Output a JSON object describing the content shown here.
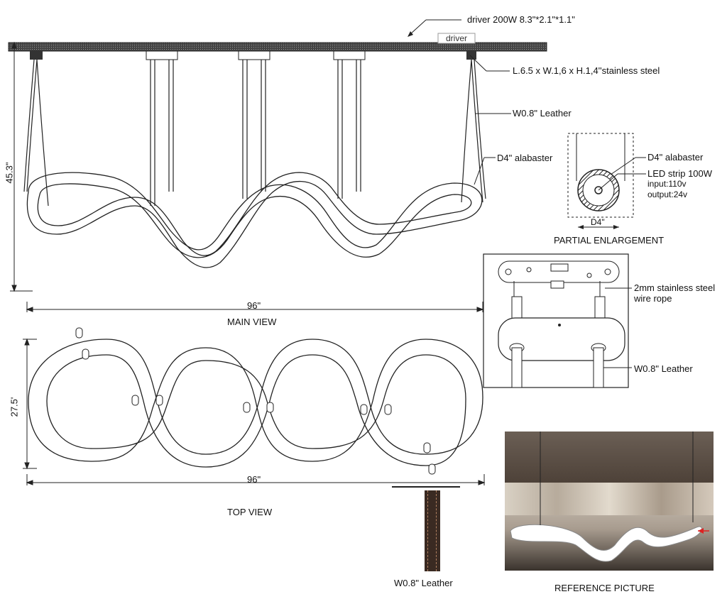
{
  "labels": {
    "driver_spec": "driver 200W  8.3\"*2.1\"*1.1\"",
    "driver_box": "driver",
    "canopy_spec": "L.6.5 x W.1,6 x H.1,4''stainless steel",
    "leather_main": "W0.8\" Leather",
    "alabaster_main": "D4\" alabaster",
    "height_dim": "45.3\"",
    "width_main": "96\"",
    "main_view": "MAIN VIEW",
    "depth_top": "27.5'",
    "width_top": "96\"",
    "top_view": "TOP VIEW"
  },
  "enlargement": {
    "alabaster": "D4\" alabaster",
    "led_strip": "LED strip 100W",
    "input": "input:110v",
    "output": "output:24v",
    "diameter": "D4\"",
    "title": "PARTIAL ENLARGEMENT"
  },
  "detail": {
    "wire_rope_line1": "2mm stainless steel",
    "wire_rope_line2": "wire rope",
    "leather": "W0.8\" Leather"
  },
  "leather_sample": {
    "caption": "W0.8\" Leather",
    "color": "#3a2a22"
  },
  "reference": {
    "caption": "REFERENCE PICTURE"
  }
}
